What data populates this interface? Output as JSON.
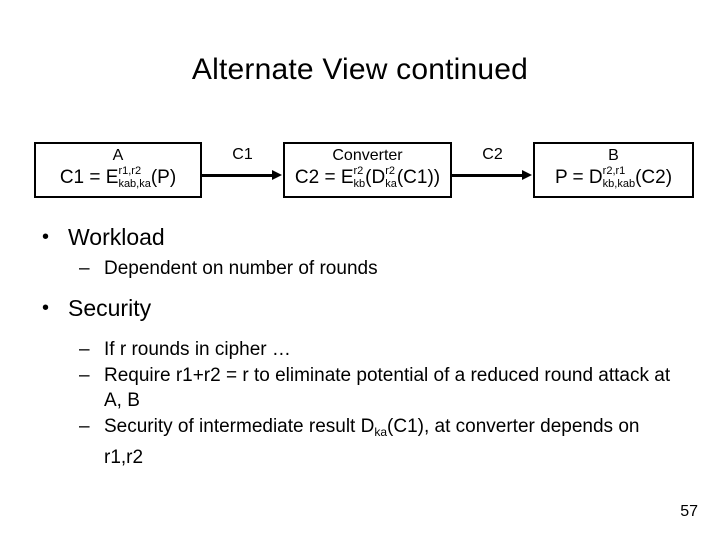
{
  "slide": {
    "title": "Alternate View continued",
    "page_number": "57",
    "background_color": "#ffffff",
    "text_color": "#000000"
  },
  "diagram": {
    "type": "flow",
    "nodes": [
      {
        "id": "a",
        "title": "A",
        "formula_plain": "C1 = E^{r1,r2}_{kab,ka}(P)",
        "formula_prefix": "C1 = E",
        "formula_sup": "r1,r2",
        "formula_sub": "kab,ka",
        "formula_suffix": "(P)"
      },
      {
        "id": "converter",
        "title": "Converter",
        "formula_plain": "C2 = E^{r2}_{kb}(D^{r2}_{ka}(C1))",
        "formula_prefix": "C2 = E",
        "formula_sup": "r2",
        "formula_sub": "kb",
        "formula_mid": "(D",
        "formula_sup2": "r2",
        "formula_sub2": "ka",
        "formula_suffix": "(C1))"
      },
      {
        "id": "b",
        "title": "B",
        "formula_plain": "P = D^{r2,r1}_{kb,kab}(C2)",
        "formula_prefix": "P = D",
        "formula_sup": "r2,r1",
        "formula_sub": "kb,kab",
        "formula_suffix": "(C2)"
      }
    ],
    "edges": [
      {
        "id": "edge-1",
        "label": "C1",
        "from": "a",
        "to": "converter"
      },
      {
        "id": "edge-2",
        "label": "C2",
        "from": "converter",
        "to": "b"
      }
    ]
  },
  "body": {
    "items": [
      {
        "level": 1,
        "text": "Workload"
      },
      {
        "level": 2,
        "text": "Dependent on number of rounds"
      },
      {
        "level": 1,
        "text": "Security"
      },
      {
        "level": 2,
        "text": "If r rounds in cipher …"
      },
      {
        "level": 2,
        "text": "Require r1+r2 = r to eliminate potential of a reduced round attack at A, B"
      },
      {
        "level": 2,
        "text": "Security of intermediate result Dka(C1), at converter depends on r1,r2"
      }
    ],
    "security_line_parts": {
      "prefix": "Security of intermediate result D",
      "subscript": "ka",
      "suffix": "(C1), at converter depends on r1,r2"
    }
  }
}
